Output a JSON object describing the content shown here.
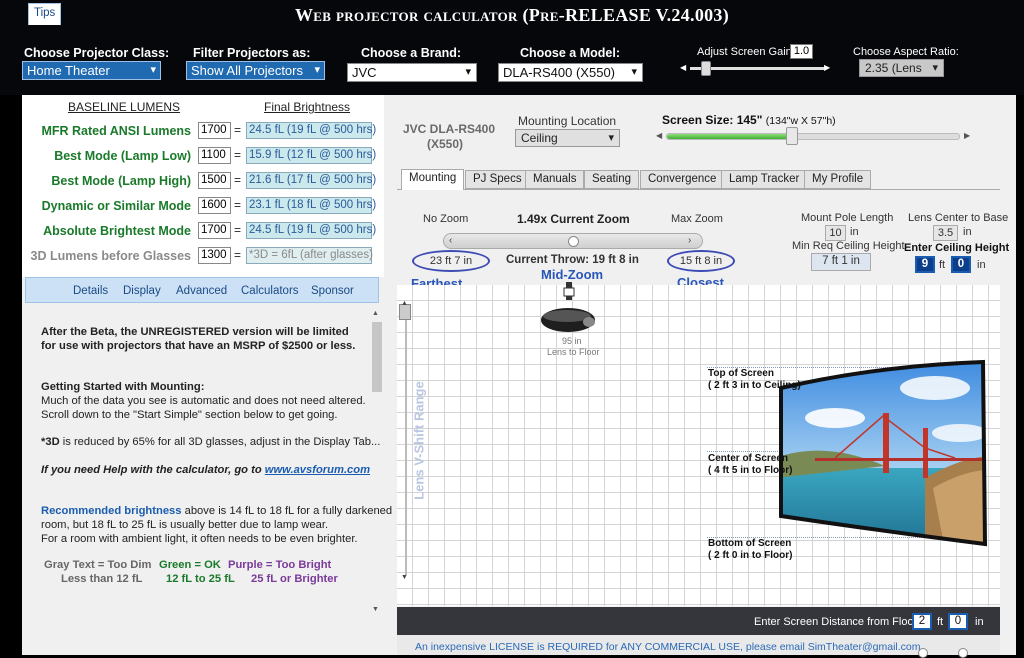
{
  "app": {
    "title": "Web projector calculator (Pre-RELEASE V.24.003)"
  },
  "header": {
    "projector_class_label": "Choose Projector Class:",
    "projector_class_value": "Home Theater",
    "filter_label": "Filter Projectors as:",
    "filter_value": "Show All Projectors",
    "brand_label": "Choose a Brand:",
    "brand_value": "JVC",
    "model_label": "Choose a Model:",
    "model_value": "DLA-RS400 (X550)",
    "gain_label": "Adjust Screen Gain:",
    "gain_value": "1.0",
    "gain_fraction": 0.12,
    "aspect_label": "Choose Aspect Ratio:",
    "aspect_value": "2.35 (Lens"
  },
  "lumens": {
    "baseline_header": "BASELINE LUMENS",
    "final_header": "Final Brightness",
    "rows": [
      {
        "label": "MFR Rated ANSI Lumens",
        "value": "1700",
        "final": "24.5 fL (19 fL @ 500 hrs)"
      },
      {
        "label": "Best Mode (Lamp Low)",
        "value": "1100",
        "final": "15.9 fL (12 fL @ 500 hrs)"
      },
      {
        "label": "Best Mode (Lamp High)",
        "value": "1500",
        "final": "21.6 fL (17 fL @ 500 hrs)"
      },
      {
        "label": "Dynamic or Similar Mode",
        "value": "1600",
        "final": "23.1 fL (18 fL @ 500 hrs)"
      },
      {
        "label": "Absolute Brightest Mode",
        "value": "1700",
        "final": "24.5 fL (19 fL @ 500 hrs)"
      },
      {
        "label": "3D Lumens before Glasses",
        "value": "1300",
        "final": "*3D = 6fL (after glasses)"
      }
    ]
  },
  "left_tabs": [
    "Tips",
    "Details",
    "Display",
    "Advanced",
    "Calculators",
    "Sponsor"
  ],
  "tips": {
    "beta_1": "After the Beta, the UNREGISTERED version will be limited",
    "beta_2": "for use with projectors that have an MSRP of $2500 or less.",
    "mount_title": "Getting Started with Mounting:",
    "mount_1": "Much of the data you see is automatic and does not need altered.",
    "mount_2": "Scroll down to the \"Start Simple\" section below to get going.",
    "three_d_prefix": "*3D",
    "three_d_text": " is reduced by 65% for all 3D glasses, adjust in the Display Tab...",
    "help_text": "If you need Help with the calculator, go to ",
    "help_link": "www.avsforum.com",
    "rec_bold": "Recommended brightness",
    "rec_1": " above is 14 fL to 18 fL for a fully darkened",
    "rec_2": "room, but 18 fL to 25 fL is usually better due to lamp wear.",
    "rec_3": "For a room with ambient light, it often needs to be even brighter.",
    "legend": {
      "gray": "Gray Text = Too Dim",
      "gray_sub": "Less than 12 fL",
      "green": "Green = OK",
      "green_sub": "12 fL to 25 fL",
      "purple": "Purple = Too Bright",
      "purple_sub": "25 fL or Brighter"
    }
  },
  "model_header": {
    "line1": "JVC DLA-RS400",
    "line2": "(X550)"
  },
  "mounting_location": {
    "label": "Mounting Location",
    "value": "Ceiling"
  },
  "screen_size": {
    "label": "Screen Size: 145\"",
    "dims": "(134\"w X 57\"h)",
    "fraction": 0.43
  },
  "right_tabs": [
    "Mounting",
    "PJ Specs",
    "Manuals",
    "Seating",
    "Convergence",
    "Lamp Tracker",
    "My Profile"
  ],
  "zoom": {
    "no_zoom": "No Zoom",
    "current": "1.49x Current Zoom",
    "max_zoom": "Max Zoom",
    "fraction": 0.5,
    "farthest_value": "23 ft 7 in",
    "current_throw": "Current Throw: 19 ft 8 in",
    "closest_value": "15 ft 8 in",
    "farthest_label": "Farthest",
    "mid_label": "Mid-Zoom",
    "closest_label": "Closest"
  },
  "mount_pole": {
    "label": "Mount Pole Length",
    "value": "10",
    "unit": "in"
  },
  "lens_center": {
    "label": "Lens Center to Base",
    "value": "3.5",
    "unit": "in"
  },
  "min_ceiling": {
    "label": "Min Req Ceiling Height",
    "value": "7 ft 1 in"
  },
  "ceiling": {
    "label": "Enter Ceiling Height",
    "ft": "9",
    "ft_unit": "ft",
    "in": "0",
    "in_unit": "in"
  },
  "diagram": {
    "lens_floor_value": "95 in",
    "lens_floor_label": "Lens to Floor",
    "vshift_label": "Lens V-Shift Range",
    "top_title": "Top of Screen",
    "top_sub": "( 2 ft 3 in to Ceiling)",
    "center_title": "Center of Screen",
    "center_sub": "( 4 ft 5 in to Floor)",
    "bottom_title": "Bottom of Screen",
    "bottom_sub": "( 2 ft 0 in to Floor)"
  },
  "screen_distance": {
    "label": "Enter Screen Distance from Floor",
    "ft": "2",
    "ft_unit": "ft",
    "in": "0",
    "in_unit": "in"
  },
  "footer": {
    "license": "An inexpensive LICENSE is REQUIRED for ANY COMMERCIAL USE, please email SimTheater@gmail.com"
  },
  "colors": {
    "accent": "#1f6ab0",
    "ok_green": "#1a7a2a",
    "too_bright_purple": "#7a3a9a",
    "dim_gray": "#8a8a8a",
    "link": "#1a5cb0"
  }
}
